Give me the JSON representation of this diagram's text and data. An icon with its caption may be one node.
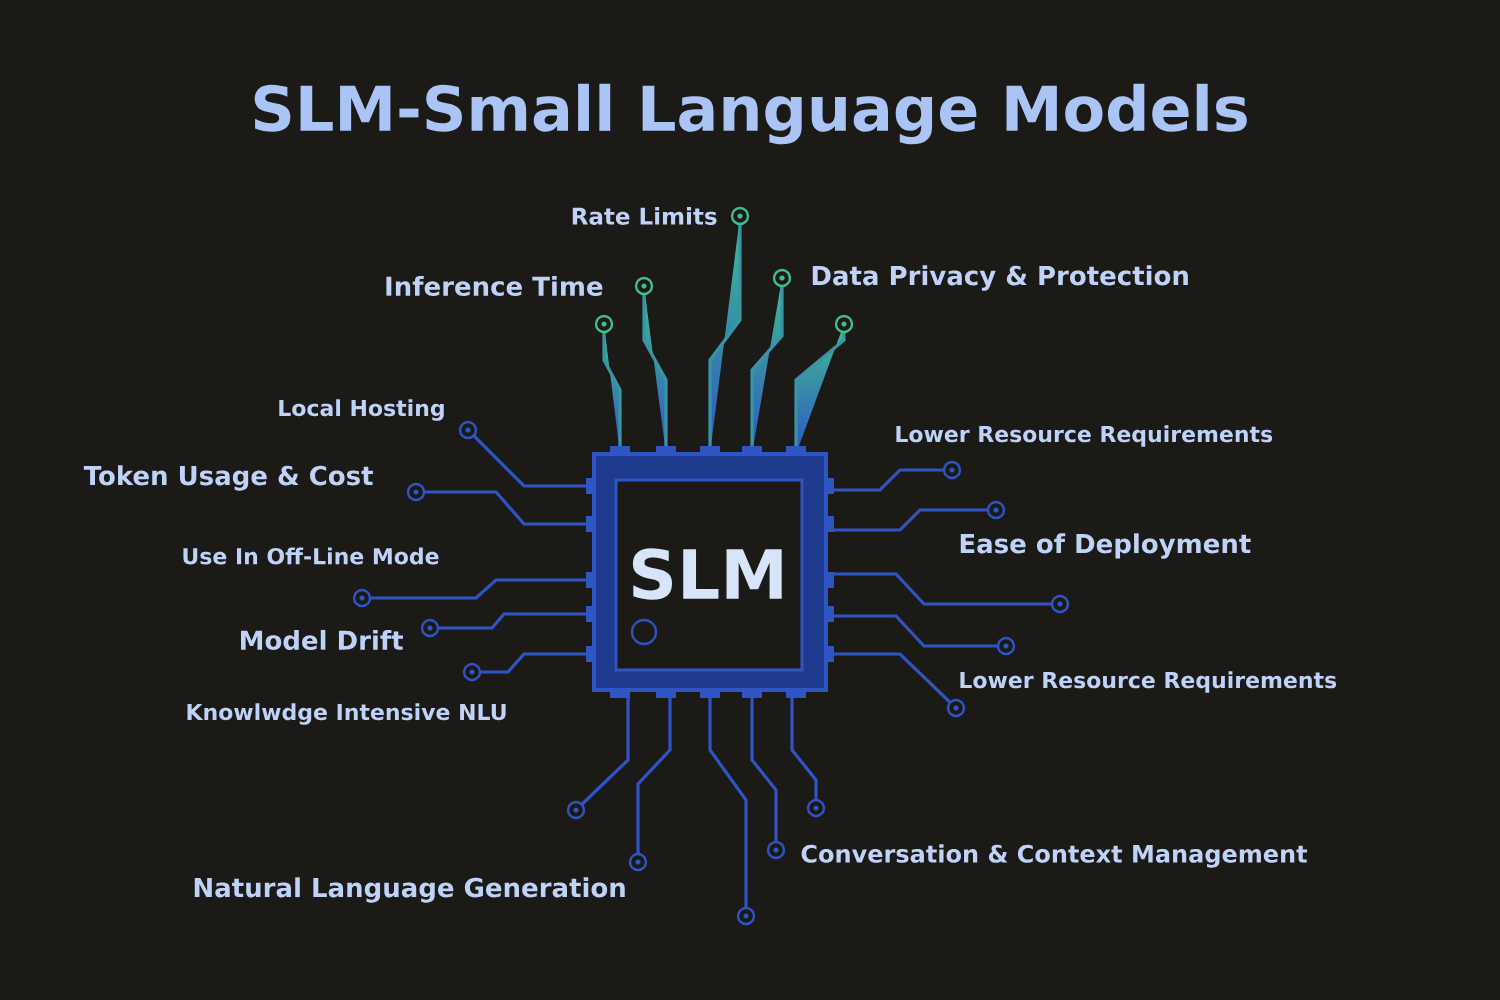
{
  "diagram": {
    "title": "SLM-Small Language Models",
    "nodes": [
      {
        "text": [
          "SLM"
        ]
      }
    ],
    "labels": [
      "Rate Limits",
      "Inference Time",
      "Data Privacy & Protection",
      "Local Hosting",
      "Lower Resource Requirements",
      "Token Usage & Cost",
      "Ease of Deployment",
      "Use In Off-Line Mode",
      "Model Drift",
      "Lower Resource Requirements",
      "Knowlwdge Intensive NLU",
      "Conversation & Context Management",
      "Natural Language Generation"
    ]
  }
}
